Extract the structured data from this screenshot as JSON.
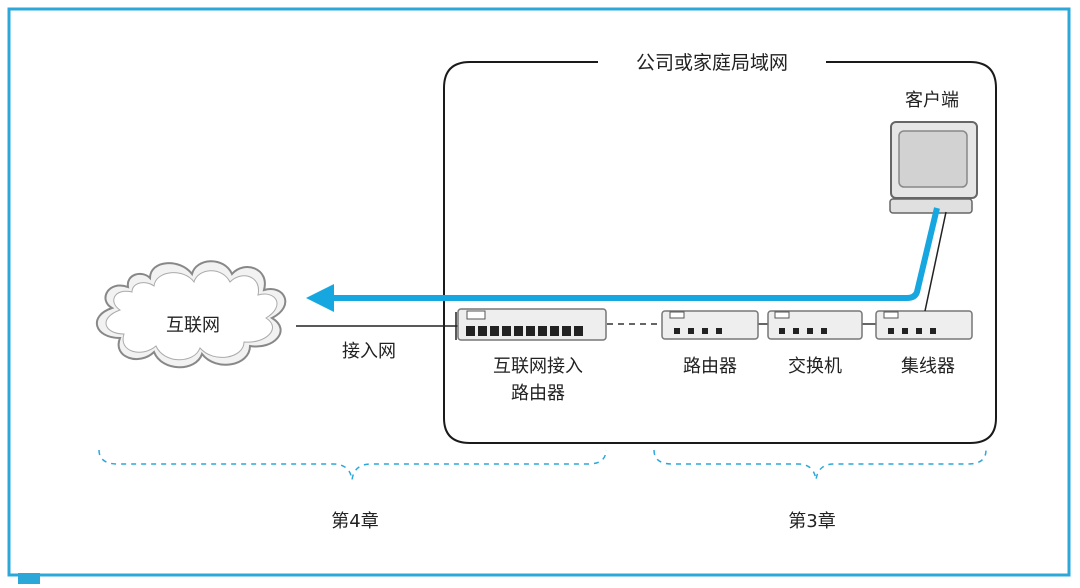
{
  "lan": {
    "title": "公司或家庭局域网"
  },
  "internet": {
    "label": "互联网"
  },
  "access_network": {
    "label": "接入网"
  },
  "devices": {
    "access_router": {
      "line1": "互联网接入",
      "line2": "路由器"
    },
    "router": {
      "label": "路由器"
    },
    "switch": {
      "label": "交换机"
    },
    "hub": {
      "label": "集线器"
    },
    "client": {
      "label": "客户端"
    }
  },
  "chapters": {
    "left": "第4章",
    "right": "第3章"
  },
  "colors": {
    "frame": "#2ba8d8",
    "arrow": "#16a7e0",
    "bracket": "#2ba8d8",
    "device_fill": "#eeeeee",
    "cloud_fill": "#f2f2f2"
  }
}
